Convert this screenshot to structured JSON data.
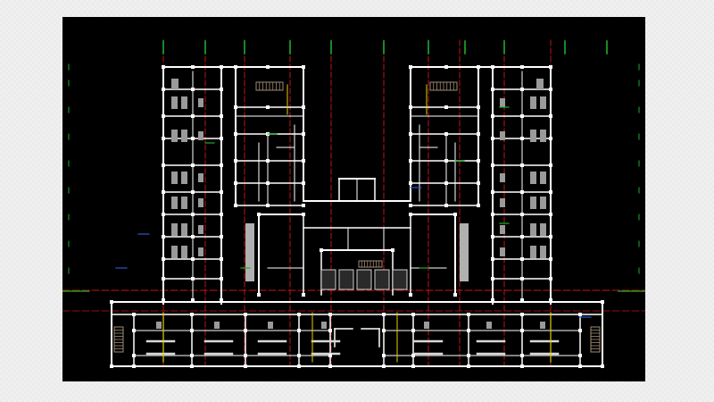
{
  "drawing": {
    "type": "architectural-floor-plan",
    "theme": "CAD dark model space",
    "colors": {
      "canvas": "#f0f0f0",
      "background": "#000000",
      "walls": "#ffffff",
      "axis_lines": "#c0141c",
      "axis_marks": "#1fae2a",
      "fixtures": "#9a9a9a",
      "stairs": "#a08b74",
      "accent": "#e3d000",
      "annotation": "#2d57c8"
    },
    "wings": [
      "left-wing",
      "right-wing",
      "center-block",
      "south-block"
    ],
    "icons": [
      "stair-symbol",
      "column-node",
      "door-swing",
      "fixture-block"
    ]
  }
}
